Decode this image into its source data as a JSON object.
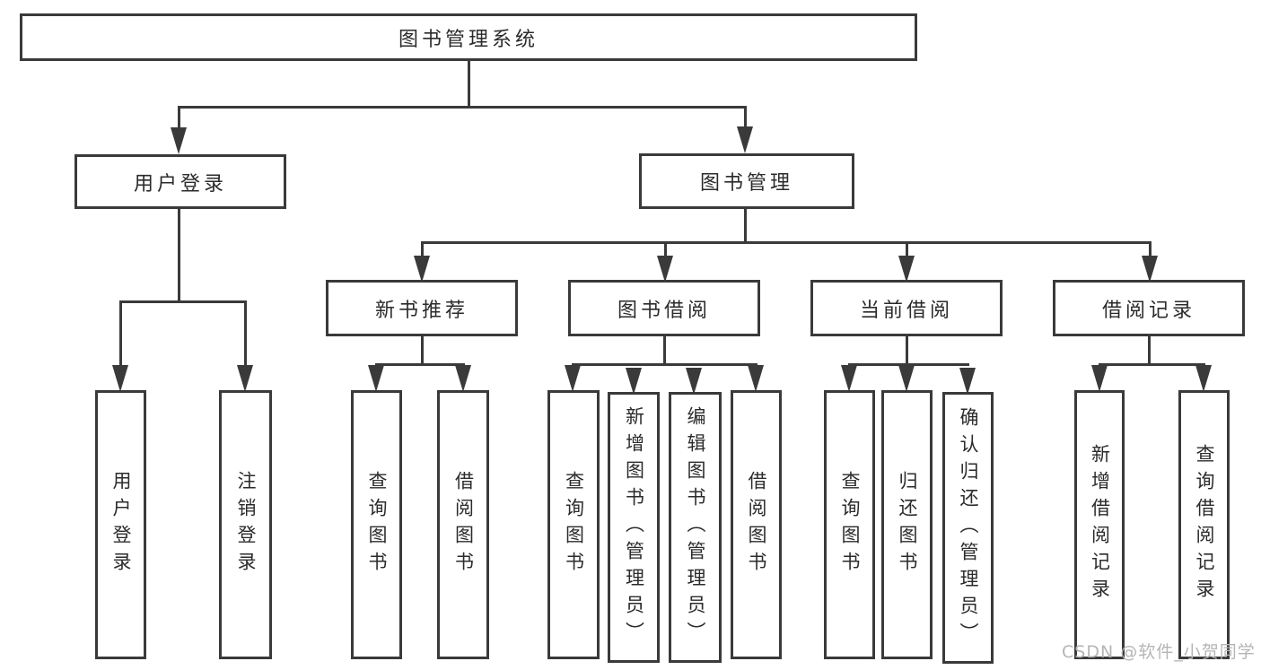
{
  "nodes": {
    "root": "图书管理系统",
    "user_login_group": "用户登录",
    "book_mgmt": "图书管理",
    "new_book_rec": "新书推荐",
    "book_borrow": "图书借阅",
    "current_borrow": "当前借阅",
    "borrow_record": "借阅记录",
    "leaf_user_login": "用户登录",
    "leaf_logout": "注销登录",
    "leaf_nb_query": "查询图书",
    "leaf_nb_borrow": "借阅图书",
    "leaf_bb_query": "查询图书",
    "leaf_bb_add": "新增图书（管理员）",
    "leaf_bb_edit": "编辑图书（管理员）",
    "leaf_bb_borrow": "借阅图书",
    "leaf_cb_query": "查询图书",
    "leaf_cb_return": "归还图书",
    "leaf_cb_confirm": "确认归还（管理员）",
    "leaf_br_add": "新增借阅记录",
    "leaf_br_query": "查询借阅记录"
  },
  "watermark": {
    "text": "CSDN @软件_小贺同学"
  },
  "colors": {
    "line": "#3a3a3a",
    "text": "#2b2b2b",
    "background": "#ffffff",
    "watermark": "#b5b5b5"
  }
}
